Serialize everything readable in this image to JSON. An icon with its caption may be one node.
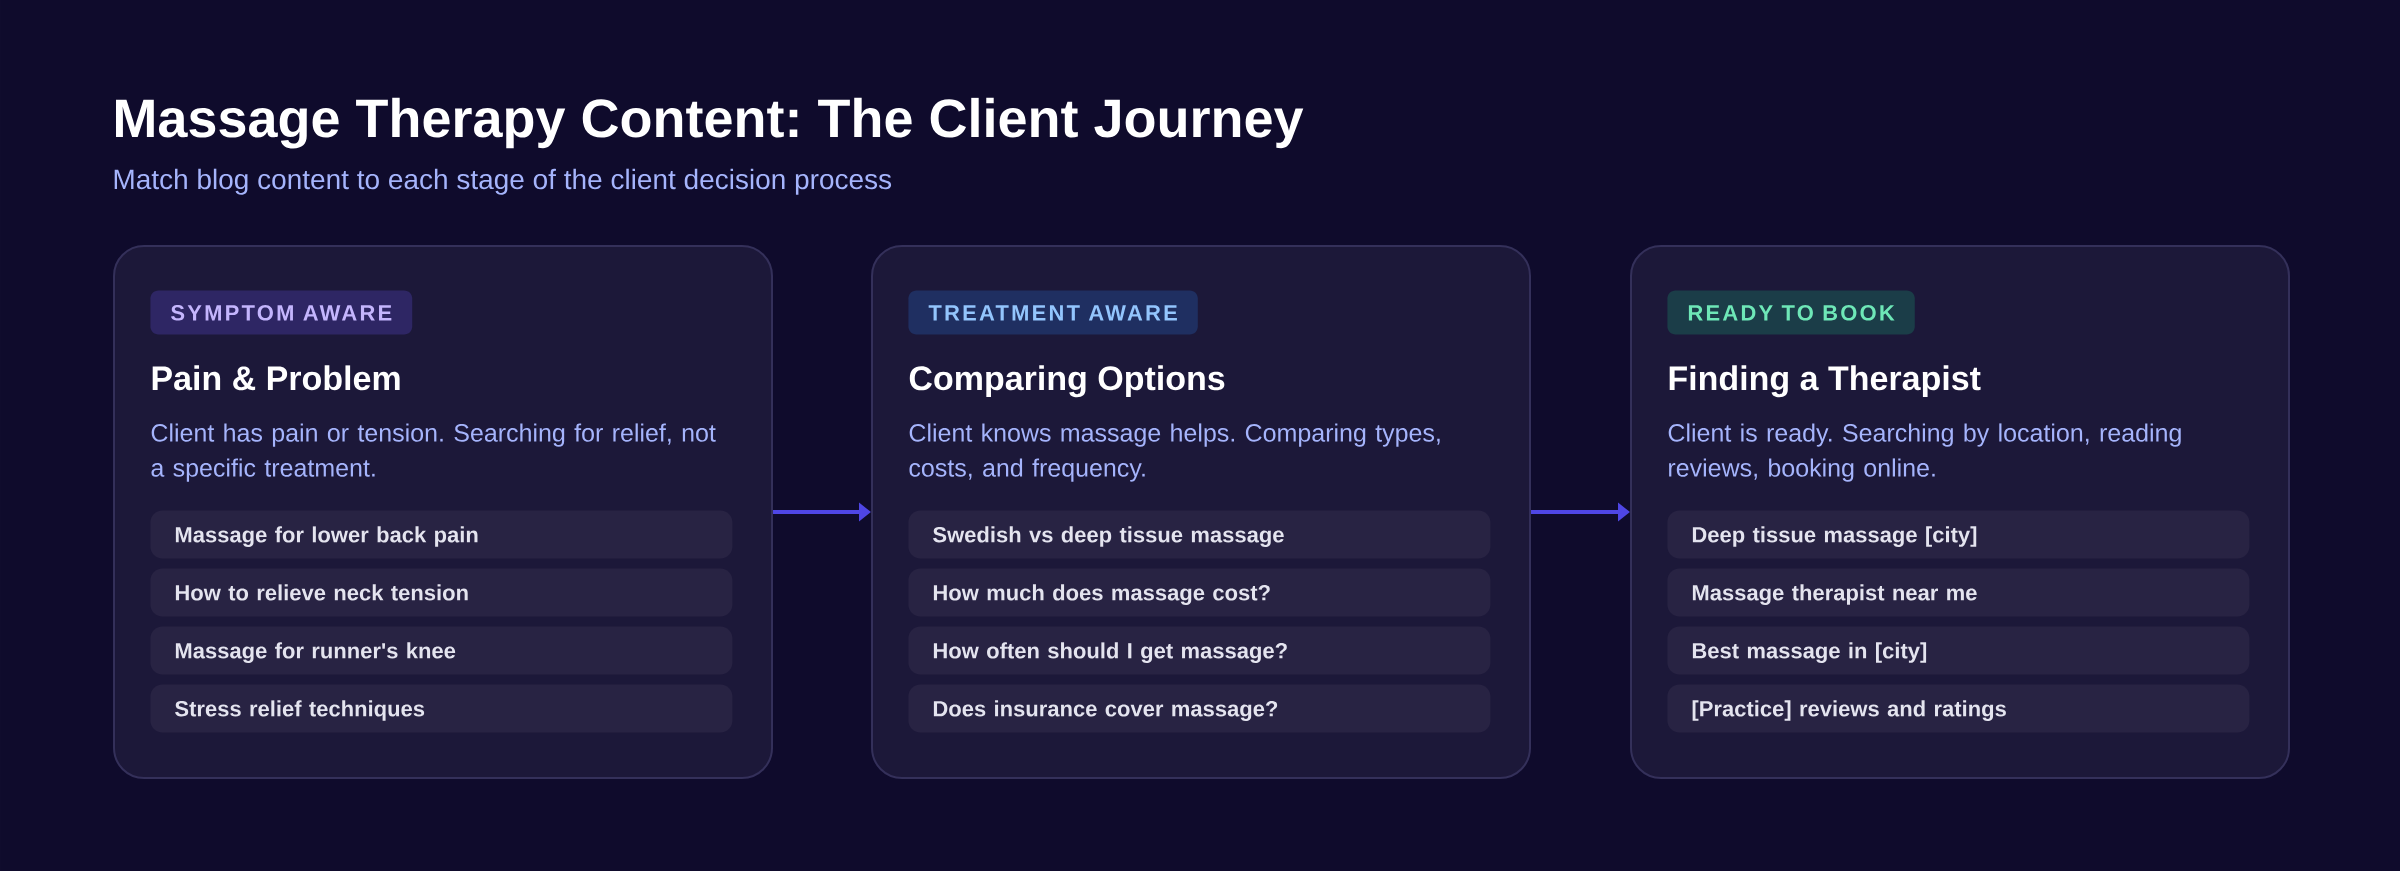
{
  "diagram": {
    "title": "Massage Therapy Content: The Client Journey",
    "nodes": [
      {
        "text": [
          "Pain & Problem",
          "Client has pain or tension. Searching for relief, not a specific treatment."
        ]
      },
      {
        "text": [
          "SYMPTOM AWARE"
        ],
        "in": 0
      },
      {
        "text": [
          "Massage for lower back pain"
        ],
        "in": 0
      },
      {
        "text": [
          "How to relieve neck tension"
        ],
        "in": 0
      },
      {
        "text": [
          "Massage for runner's knee"
        ],
        "in": 0
      },
      {
        "text": [
          "Stress relief techniques"
        ],
        "in": 0
      },
      {
        "text": [
          "Comparing Options",
          "Client knows massage helps. Comparing types, costs, and frequency."
        ]
      },
      {
        "text": [
          "TREATMENT AWARE"
        ],
        "in": 6
      },
      {
        "text": [
          "Swedish vs deep tissue massage"
        ],
        "in": 6
      },
      {
        "text": [
          "How much does massage cost?"
        ],
        "in": 6
      },
      {
        "text": [
          "How often should I get massage?"
        ],
        "in": 6
      },
      {
        "text": [
          "Does insurance cover massage?"
        ],
        "in": 6
      },
      {
        "text": [
          "Finding a Therapist",
          "Client is ready. Searching by location, reading reviews, booking online."
        ]
      },
      {
        "text": [
          "READY TO BOOK"
        ],
        "in": 12
      },
      {
        "text": [
          "Deep tissue massage [city]"
        ],
        "in": 12
      },
      {
        "text": [
          "Massage therapist near me"
        ],
        "in": 12
      },
      {
        "text": [
          "Best massage in [city]"
        ],
        "in": 12
      },
      {
        "text": [
          "[Practice] reviews and ratings"
        ],
        "in": 12
      }
    ],
    "edges": [
      {
        "from": 0,
        "to": 6,
        "arrow": "to"
      },
      {
        "from": 6,
        "to": 12,
        "arrow": "to"
      }
    ],
    "labels": [
      "Match blog content to each stage of the client decision process"
    ]
  }
}
